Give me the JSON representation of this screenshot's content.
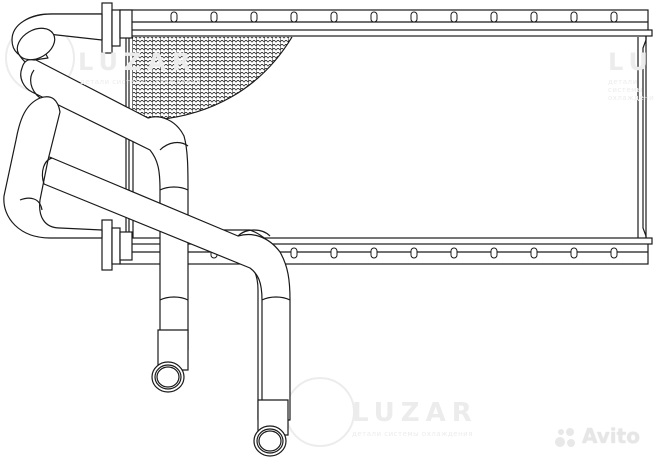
{
  "figure": {
    "subject": "heater core radiator technical line drawing",
    "line_color": "#1a1a1a",
    "background": "#ffffff",
    "fin_hatch_color": "#333333"
  },
  "watermarks": {
    "brand": "LUZAR",
    "brand_subtitle": "детали системы охлаждения",
    "brand_color": "#ececec",
    "marketplace": "Avito",
    "marketplace_color": "#e6e6e6"
  }
}
